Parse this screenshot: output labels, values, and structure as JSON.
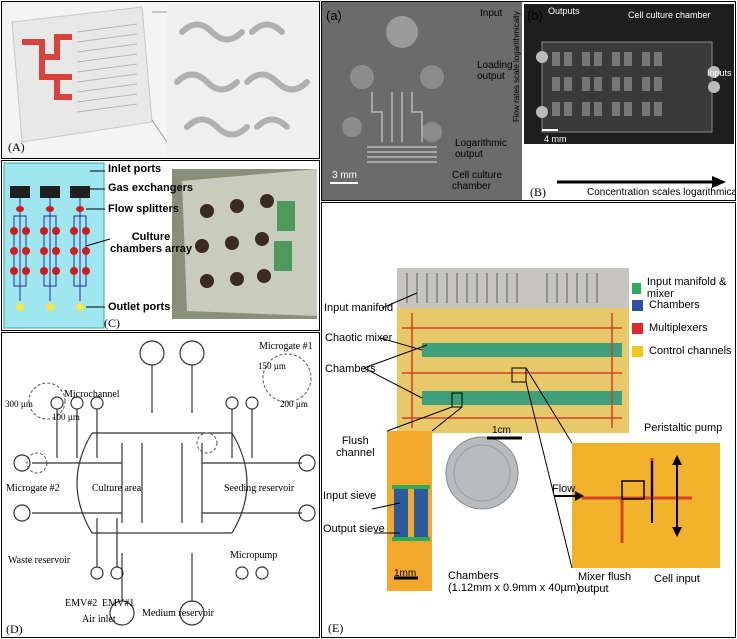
{
  "panel_a_left": {
    "label": "(A)"
  },
  "panel_a_right": {
    "letter_a": "(a)",
    "letter_b": "(b)",
    "labels": {
      "input": "Input",
      "loading_output": "Loading\noutput",
      "logarithmic_output": "Logarithmic\noutput",
      "cell_culture_chamber": "Cell culture\nchamber",
      "scale": "3 mm",
      "outputs": "Outputs",
      "cell_culture_chamber_b": "Cell culture chamber",
      "inputs": "Inputs",
      "scale_b": "4 mm",
      "flow_rates": "Flow rates scale logarithmically",
      "concentration": "Concentration scales logarithmically"
    },
    "label": "(B)"
  },
  "panel_c": {
    "items": [
      "Inlet ports",
      "Gas exchangers",
      "Flow splitters",
      "Culture\nchambers array",
      "Outlet ports"
    ],
    "label": "(C)"
  },
  "panel_d": {
    "labels": {
      "microgate1": "Microgate #1",
      "d150": "150 µm",
      "d200": "200 µm",
      "d300": "300 µm",
      "microchannel": "Microchannel",
      "d100": "100 µm",
      "microgate2": "Microgate #2",
      "culture_area": "Culture area",
      "seeding_reservoir": "Seeding reservoir",
      "waste_reservoir": "Waste reservoir",
      "micropump": "Micropump",
      "emv2": "EMV#2",
      "emv1": "EMV#1",
      "medium_reservoir": "Medium reservoir",
      "air_inlet": "Air inlet"
    },
    "label": "(D)"
  },
  "panel_e": {
    "legend": [
      {
        "label": "Input manifold & mixer",
        "color": "#2eaa5c"
      },
      {
        "label": "Chambers",
        "color": "#2f4fa8"
      },
      {
        "label": "Multiplexers",
        "color": "#e0282c"
      },
      {
        "label": "Control channels",
        "color": "#f5c518"
      }
    ],
    "labels": {
      "input_manifold": "Input manifold",
      "chaotic_mixer": "Chaotic mixer",
      "chambers": "Chambers",
      "flush_channel": "Flush\nchannel",
      "input_sieve": "Input sieve",
      "output_sieve": "Output sieve",
      "scale_1cm": "1cm",
      "scale_1mm": "1mm",
      "chambers_dims": "Chambers\n(1.12mm x 0.9mm x 40µm)",
      "flow": "Flow",
      "peristaltic_pump": "Peristaltic pump",
      "mixer_flush_output": "Mixer flush\noutput",
      "cell_input": "Cell input"
    },
    "label": "(E)"
  }
}
